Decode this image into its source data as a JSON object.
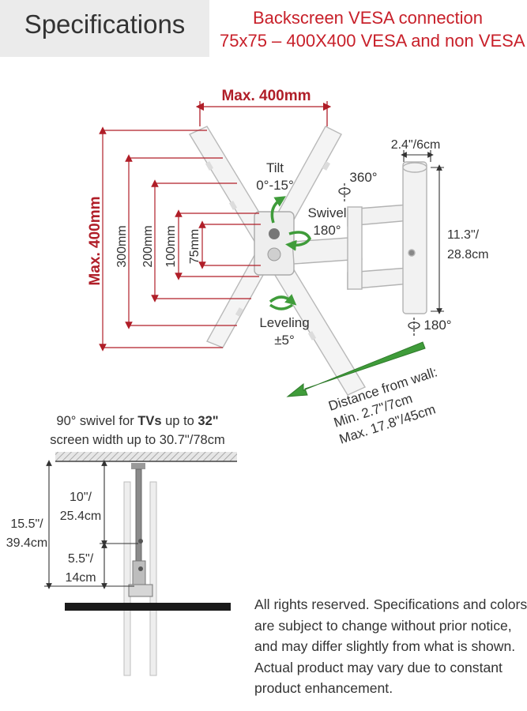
{
  "header": {
    "title": "Specifications",
    "subtitle_line1": "Backscreen VESA connection",
    "subtitle_line2": "75x75 – 400X400 VESA and non VESA"
  },
  "colors": {
    "accent_red": "#c8202a",
    "arrow_green": "#3f9c3a",
    "header_bg": "#ebebeb"
  },
  "dimensions": {
    "max_width": "Max. 400mm",
    "max_height": "Max. 400mm",
    "v300": "300mm",
    "v200": "200mm",
    "v100": "100mm",
    "v75": "75mm",
    "arm_width": "2.4\"/6cm",
    "arm_height_1": "11.3\"/",
    "arm_height_2": "28.8cm"
  },
  "motion": {
    "tilt_1": "Tilt",
    "tilt_2": "0°-15°",
    "rot_360": "360°",
    "swivel_1": "Swivel",
    "swivel_2": "180°",
    "leveling_1": "Leveling",
    "leveling_2": "±5°",
    "rot_180": "180°"
  },
  "distance": {
    "line1": "Distance from wall:",
    "line2": "Min. 2.7\"/7cm",
    "line3": "Max. 17.8\"/45cm"
  },
  "ceiling": {
    "caption_line1_a": "90° swivel for ",
    "caption_line1_b": "TVs",
    "caption_line1_c": " up to ",
    "caption_line1_d": "32\"",
    "caption_line2": "screen width up to 30.7\"/78cm",
    "total_1": "15.5\"/",
    "total_2": "39.4cm",
    "upper_1": "10\"/",
    "upper_2": "25.4cm",
    "lower_1": "5.5\"/",
    "lower_2": "14cm"
  },
  "notice": [
    "All rights reserved. Specifications and colors",
    "are subject to change without prior notice,",
    "and may differ slightly from what is shown.",
    "Actual product may vary due to constant",
    "product enhancement."
  ]
}
